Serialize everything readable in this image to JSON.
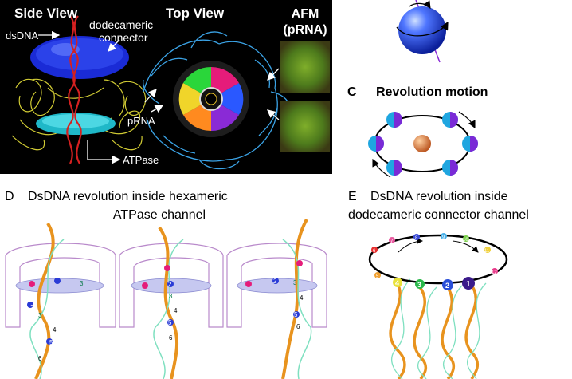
{
  "panel_a": {
    "side_view": "Side View",
    "top_view": "Top View",
    "afm_line1": "AFM",
    "afm_line2": "(pRNA)",
    "dsdna": "dsDNA",
    "connector_line1": "dodecameric",
    "connector_line2": "connector",
    "prna": "pRNA",
    "atpase": "ATPase"
  },
  "panel_c": {
    "letter": "C",
    "title": "Revolution motion"
  },
  "panel_d": {
    "letter": "D",
    "title_line1": "DsDNA revolution inside hexameric",
    "title_line2": "ATPase channel",
    "numbers": [
      "1",
      "2",
      "3",
      "4",
      "5",
      "6"
    ]
  },
  "panel_e": {
    "letter": "E",
    "title_line1": "DsDNA revolution inside",
    "title_line2": "dodecameric connector channel",
    "ring_numbers": [
      "1",
      "2",
      "3",
      "4",
      "5",
      "6",
      "7",
      "8",
      "9",
      "10",
      "11",
      "12"
    ]
  },
  "colors": {
    "dna_orange": "#e8931e",
    "dna_green": "#7fe0c0",
    "ring_purple": "#b98acb",
    "sphere_blue": "#2a4fd8",
    "red_dna": "#d42020"
  }
}
